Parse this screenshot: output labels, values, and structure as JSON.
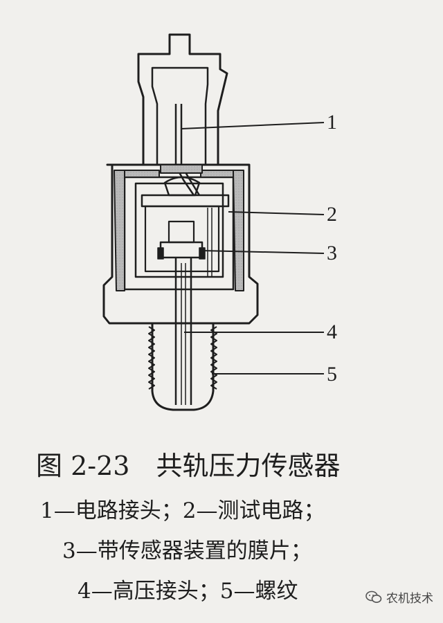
{
  "callouts": [
    "1",
    "2",
    "3",
    "4",
    "5"
  ],
  "caption": {
    "figure_label": "图 2-23",
    "title": "共轨压力传感器"
  },
  "legend_lines": [
    "1—电路接头；2—测试电路；",
    "3—带传感器装置的膜片；",
    "4—高压接头；5—螺纹"
  ],
  "watermark": {
    "icon": "wechat-logo-icon",
    "text": "农机技术"
  },
  "colors": {
    "paper": "#f1f0ed",
    "ink": "#1e1e1e",
    "hatch_fill": "#b9b9b9"
  }
}
